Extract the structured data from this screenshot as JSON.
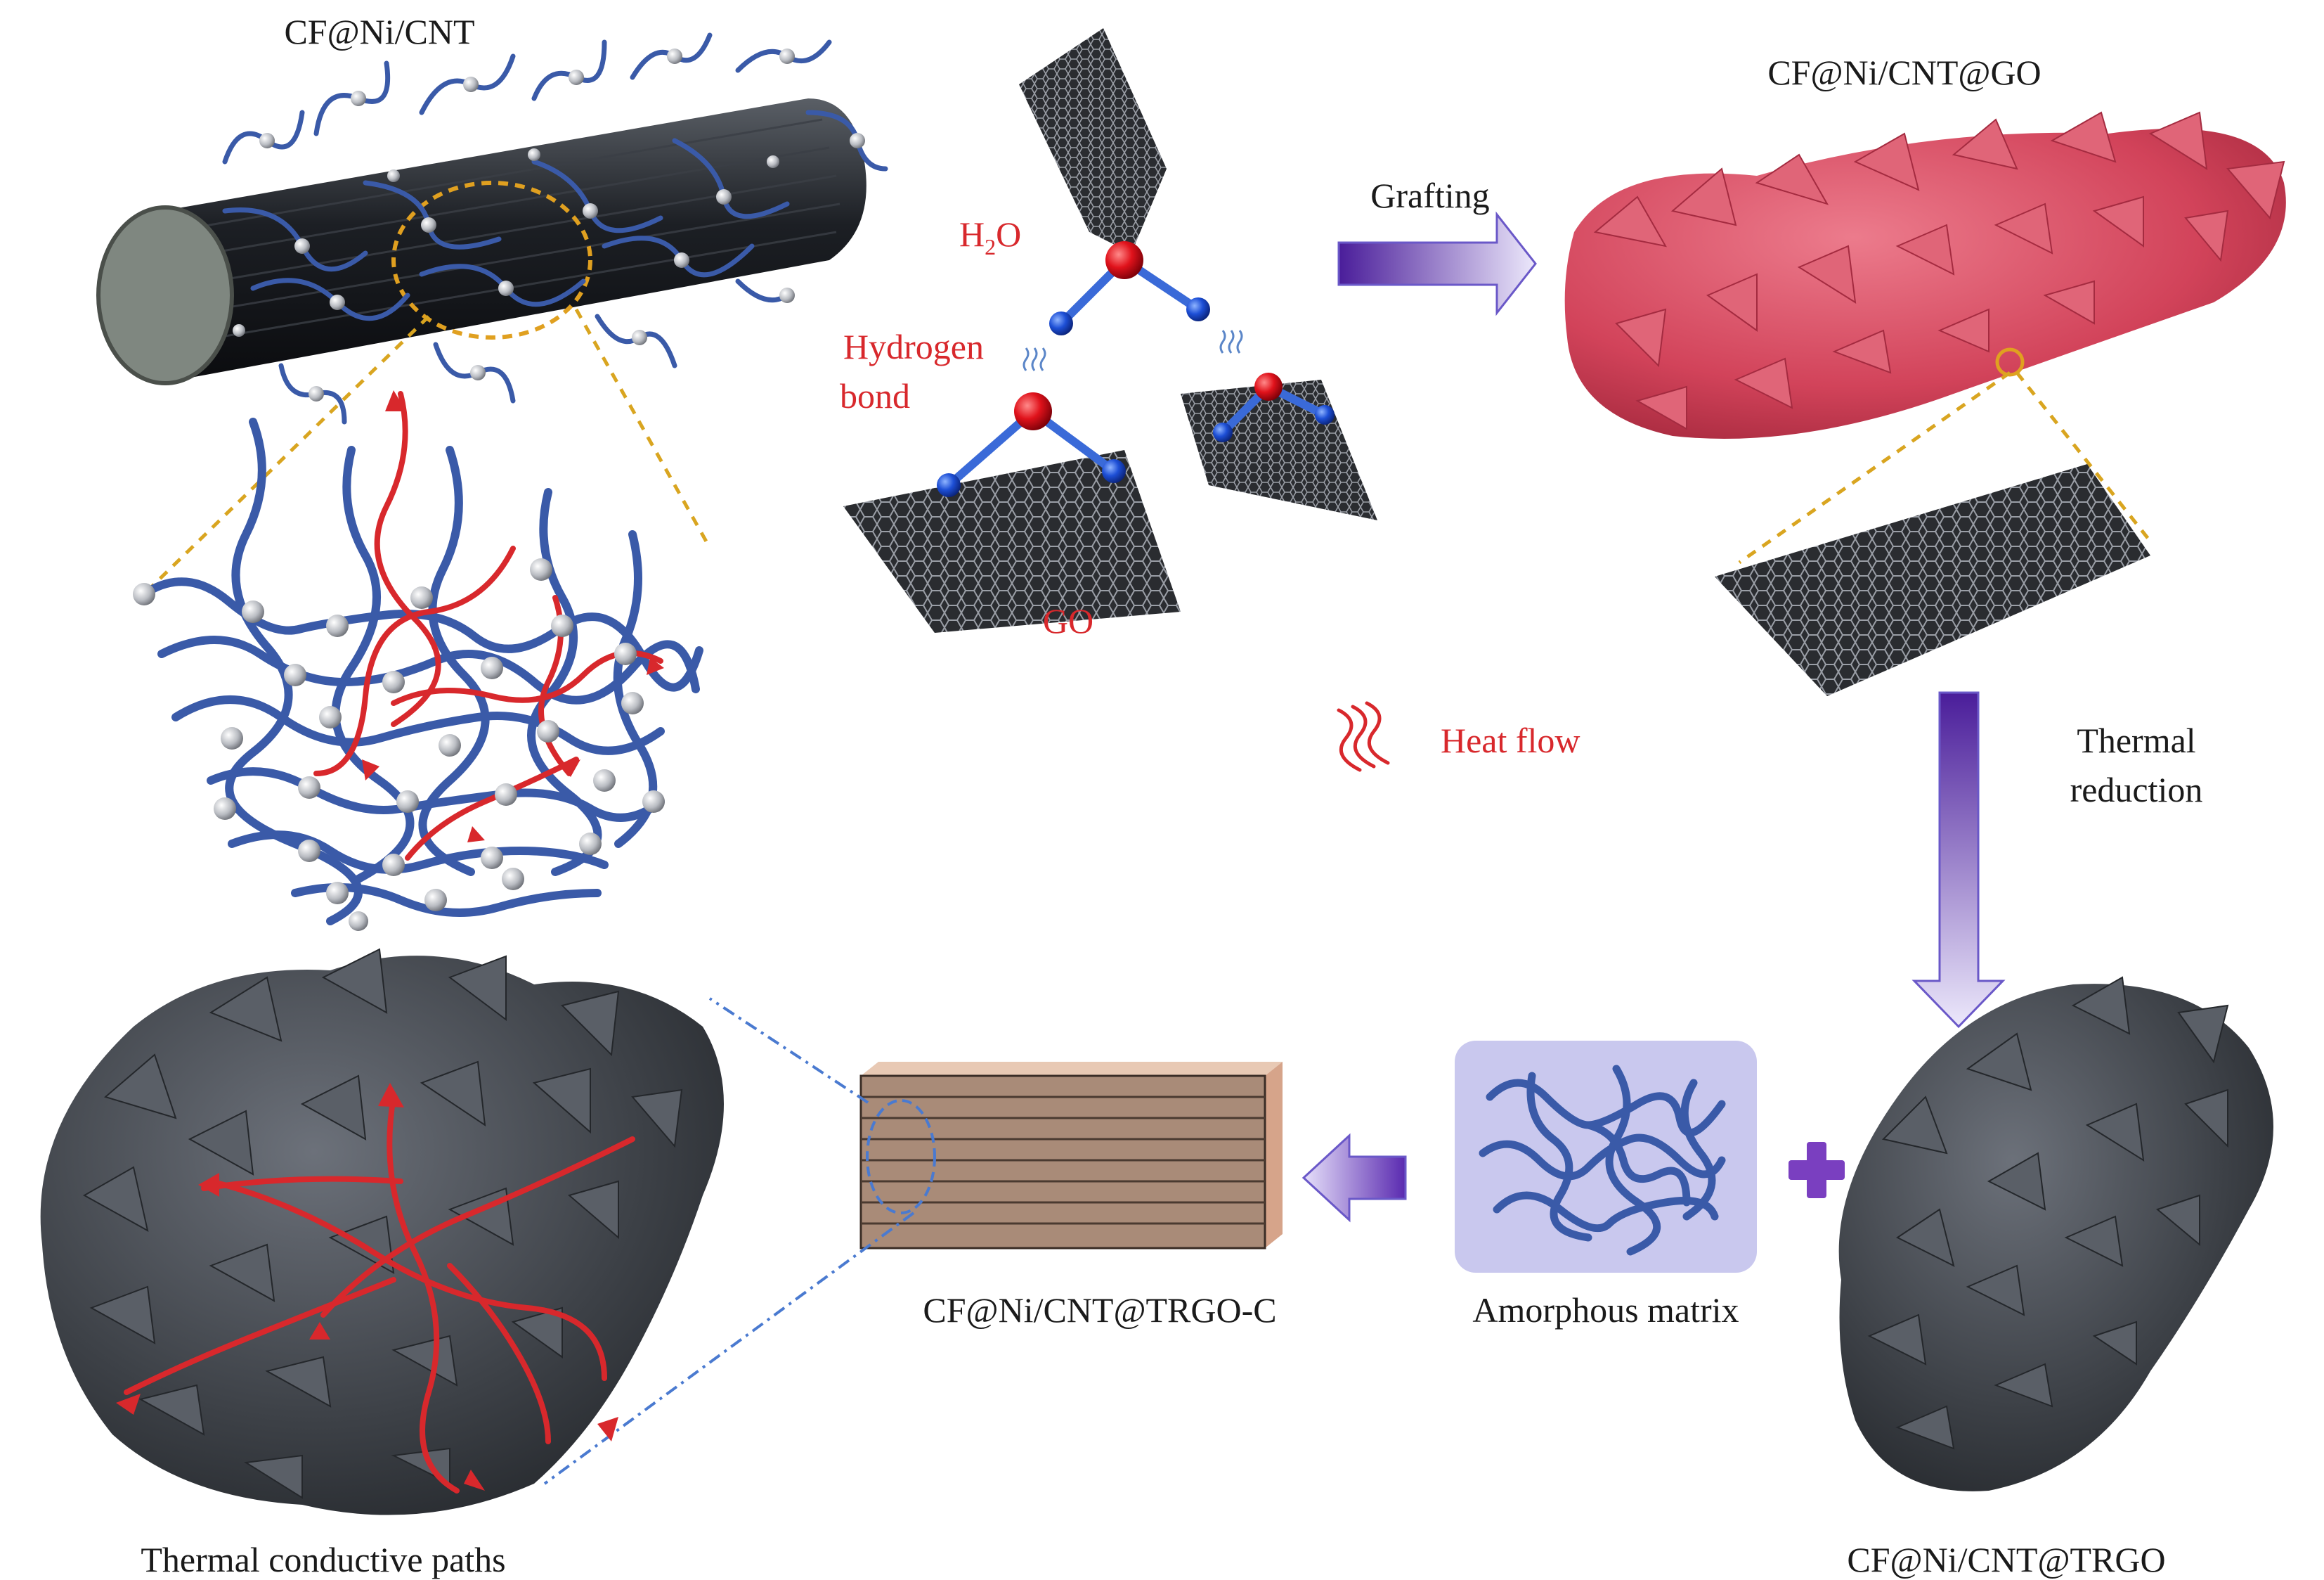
{
  "labels": {
    "cf_ni_cnt": "CF@Ni/CNT",
    "h2o_main": "H",
    "h2o_sub": "2",
    "h2o_end": "O",
    "hydrogen_bond_line1": "Hydrogen",
    "hydrogen_bond_line2": "bond",
    "go": "GO",
    "grafting": "Grafting",
    "cf_ni_cnt_go": "CF@Ni/CNT@GO",
    "heat_flow": "Heat flow",
    "thermal_reduction_line1": "Thermal",
    "thermal_reduction_line2": "reduction",
    "amorphous_matrix": "Amorphous matrix",
    "cf_ni_cnt_trgo_c": "CF@Ni/CNT@TRGO-C",
    "thermal_conductive_paths": "Thermal conductive paths",
    "cf_ni_cnt_trgo": "CF@Ni/CNT@TRGO"
  },
  "colors": {
    "annotation_red": "#d8282c",
    "text_black": "#1a1a1a",
    "cnt_blue": "#3a5aa8",
    "go_pink": "#d84a62",
    "trgo_gray": "#4a4e55",
    "arrow_purple": "#6a3aa8",
    "matrix_bg": "#c9c8ee",
    "composite_brown": "#a98b78"
  }
}
